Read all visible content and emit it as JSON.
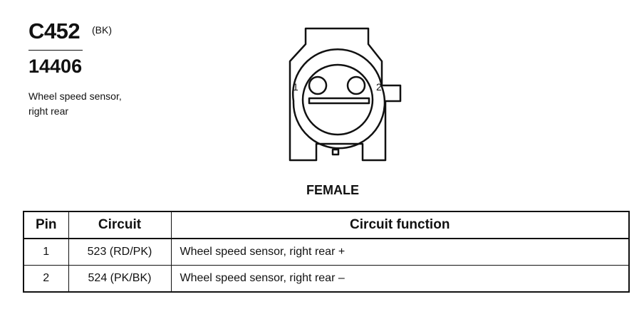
{
  "connector": {
    "id": "C452",
    "color_code": "(BK)",
    "part_number": "14406",
    "description_lines": [
      "Wheel speed sensor,",
      "right rear"
    ],
    "pin_labels": [
      "1",
      "2"
    ],
    "gender": "FEMALE"
  },
  "table": {
    "headers": [
      "Pin",
      "Circuit",
      "Circuit function"
    ],
    "rows": [
      {
        "pin": "1",
        "circuit": "523 (RD/PK)",
        "function": "Wheel speed sensor, right rear +"
      },
      {
        "pin": "2",
        "circuit": "524 (PK/BK)",
        "function": "Wheel speed sensor, right rear –"
      }
    ]
  }
}
